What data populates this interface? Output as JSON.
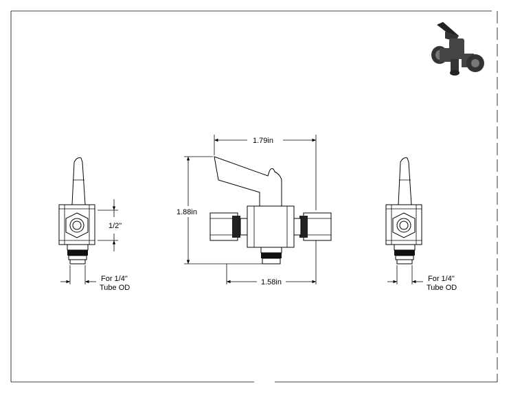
{
  "dimensions": {
    "handle_width": "1.79in",
    "height": "1.88in",
    "body_width": "1.58in",
    "port_size": "1/2\""
  },
  "notes": {
    "left_tube_line1": "For 1/4\"",
    "left_tube_line2": "Tube OD",
    "right_tube_line1": "For 1/4\"",
    "right_tube_line2": "Tube OD"
  },
  "icons": {
    "iso_view": "valve-isometric-icon"
  }
}
